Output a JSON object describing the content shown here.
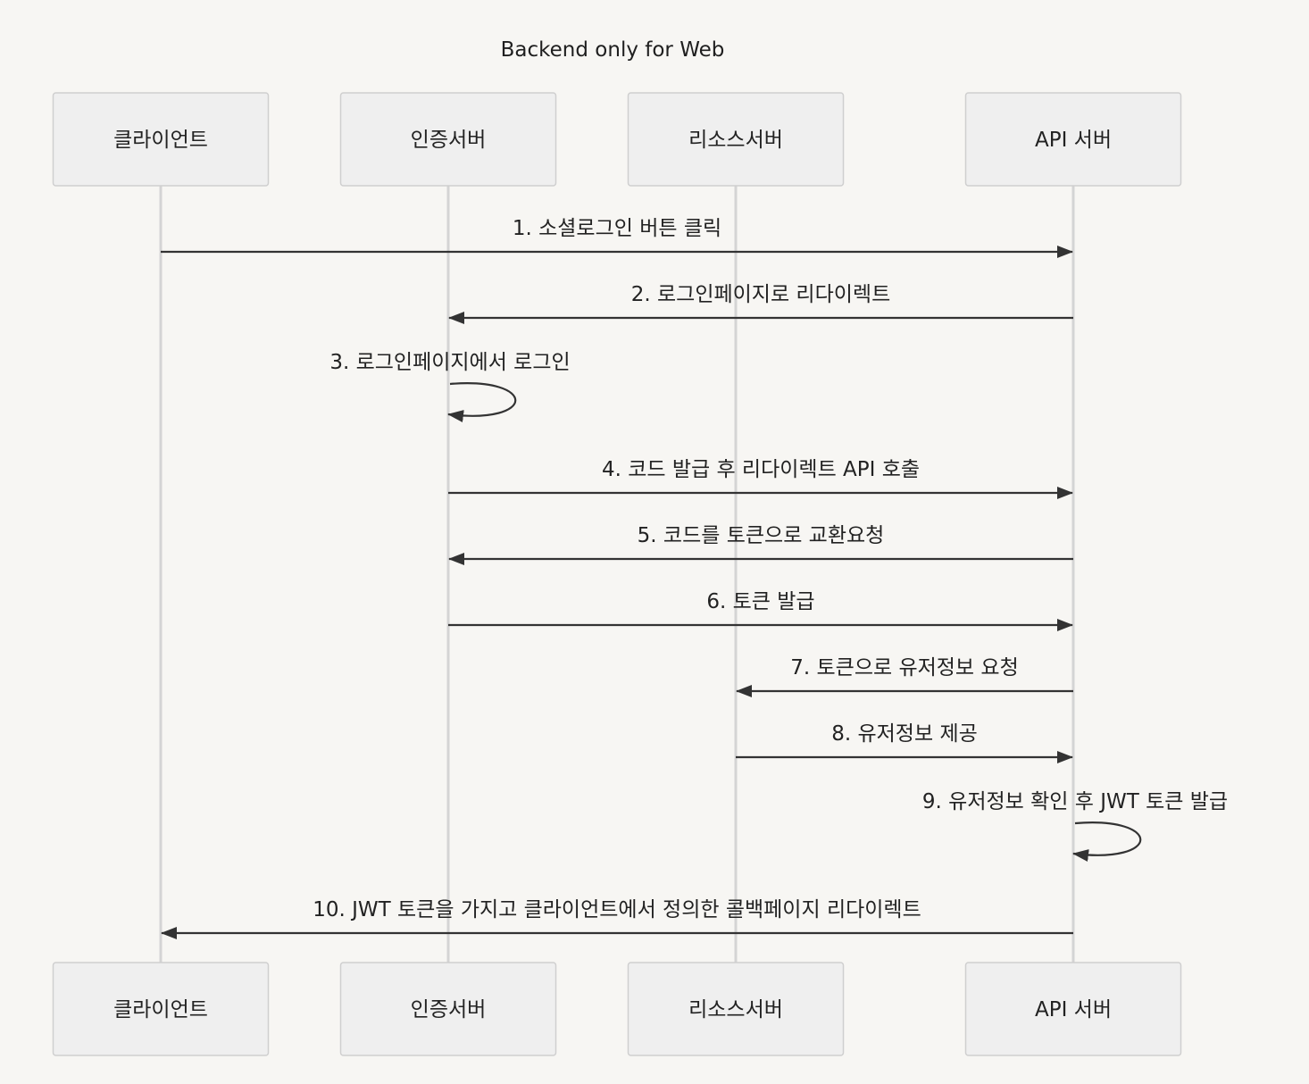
{
  "title": "Backend only for Web",
  "actors": [
    {
      "id": "client",
      "label": "클라이언트"
    },
    {
      "id": "auth",
      "label": "인증서버"
    },
    {
      "id": "resource",
      "label": "리소스서버"
    },
    {
      "id": "api",
      "label": "API 서버"
    }
  ],
  "messages": [
    {
      "from": "client",
      "to": "api",
      "label": "1. 소셜로그인 버튼 클릭"
    },
    {
      "from": "api",
      "to": "auth",
      "label": "2. 로그인페이지로 리다이렉트"
    },
    {
      "from": "auth",
      "to": "auth",
      "label": "3. 로그인페이지에서 로그인"
    },
    {
      "from": "auth",
      "to": "api",
      "label": "4. 코드 발급 후 리다이렉트 API 호출"
    },
    {
      "from": "api",
      "to": "auth",
      "label": "5. 코드를 토큰으로 교환요청"
    },
    {
      "from": "auth",
      "to": "api",
      "label": "6. 토큰 발급"
    },
    {
      "from": "api",
      "to": "resource",
      "label": "7. 토큰으로 유저정보 요청"
    },
    {
      "from": "resource",
      "to": "api",
      "label": "8. 유저정보 제공"
    },
    {
      "from": "api",
      "to": "api",
      "label": "9. 유저정보 확인 후 JWT 토큰 발급"
    },
    {
      "from": "api",
      "to": "client",
      "label": "10. JWT 토큰을 가지고 클라이언트에서 정의한 콜백페이지 리다이렉트"
    }
  ],
  "colors": {
    "background": "#f7f6f3",
    "actor_fill": "#efefef",
    "actor_stroke": "#cfcfcf",
    "lifeline": "#d4d4d4",
    "message": "#333333"
  }
}
